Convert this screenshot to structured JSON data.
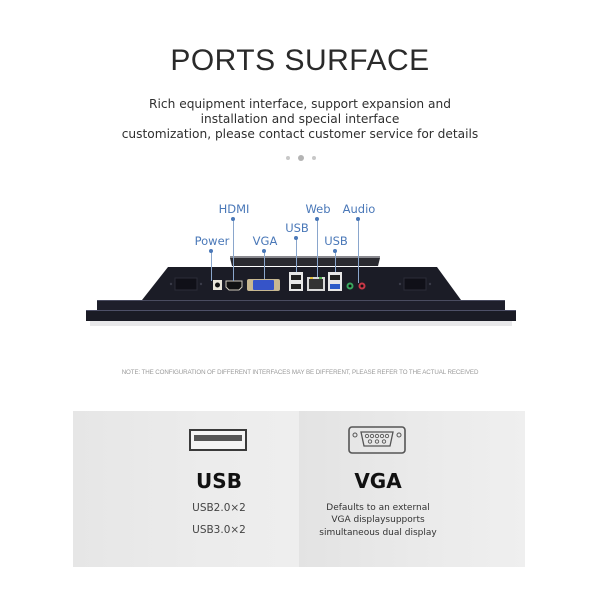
{
  "header": {
    "title": "PORTS SURFACE",
    "subtitle_lines": [
      "Rich equipment interface, support expansion and",
      "installation and special interface",
      "customization, please contact customer service for details"
    ],
    "carousel_dots": 3,
    "active_dot": 1
  },
  "ports_diagram": {
    "labels": {
      "power": "Power",
      "hdmi": "HDMI",
      "vga": "VGA",
      "usb_left": "USB",
      "web": "Web",
      "usb_right": "USB",
      "audio": "Audio"
    },
    "label_color": "#4a78b8",
    "device_color": "#1a1c28"
  },
  "note": "NOTE: THE CONFIGURATION OF DIFFERENT INTERFACES MAY BE DIFFERENT, PLEASE REFER TO THE ACTUAL RECEIVED",
  "cards": [
    {
      "icon": "usb-port-icon",
      "title": "USB",
      "lines": [
        "USB2.0×2",
        "USB3.0×2"
      ]
    },
    {
      "icon": "vga-port-icon",
      "title": "VGA",
      "lines": [
        "Defaults to an external",
        "VGA displaysupports",
        "simultaneous dual display"
      ]
    }
  ]
}
